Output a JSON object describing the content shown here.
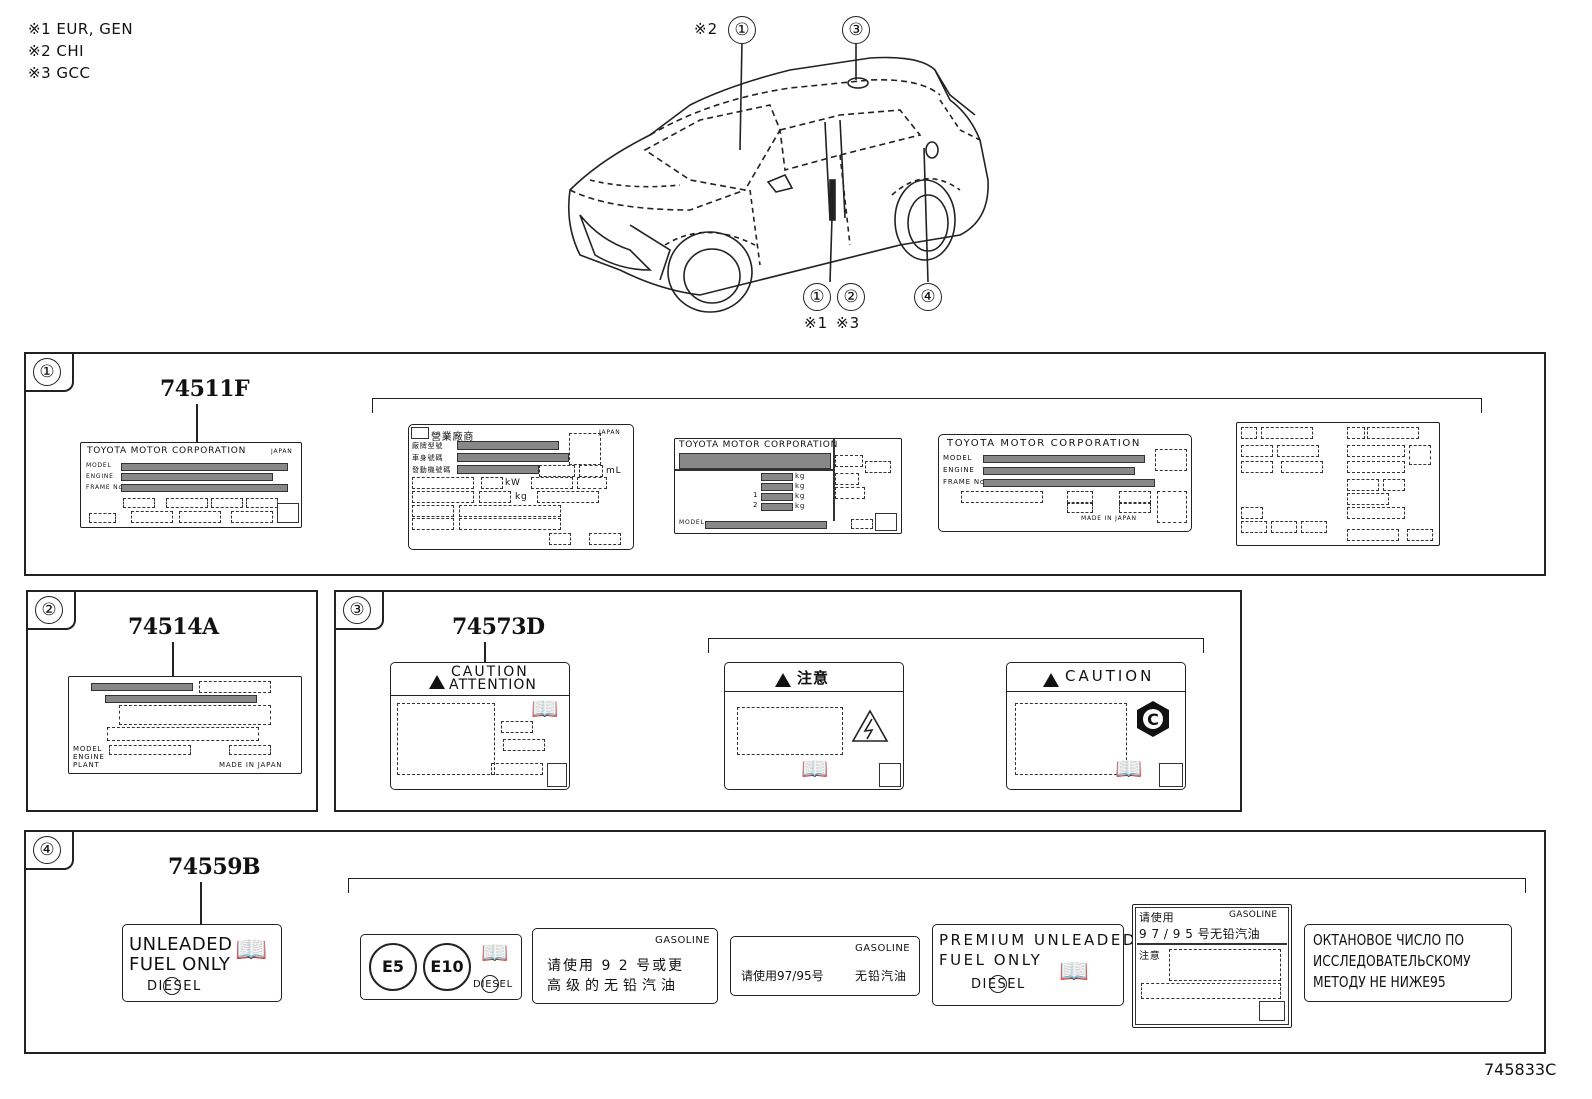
{
  "notes": [
    "※1 EUR, GEN",
    "※2 CHI",
    "※3 GCC"
  ],
  "car": {
    "callout_top_note": "※2",
    "callout_top_1": "①",
    "callout_top_3": "③",
    "callout_bottom_1": "①",
    "callout_bottom_2": "②",
    "callout_bottom_4": "④",
    "note_b1": "※1",
    "note_b3": "※3"
  },
  "panel1": {
    "num": "①",
    "part": "74511F",
    "label_a": {
      "title": "TOYOTA MOTOR CORPORATION",
      "country": "JAPAN",
      "row1": "MODEL",
      "row2": "ENGINE",
      "row3": "FRAME No."
    },
    "label_b": {
      "title": "營業廠商",
      "country": "JAPAN",
      "row1": "廠牌型號",
      "row2": "車身號碼",
      "row3": "發動機號碼",
      "unit_ml": "mL",
      "unit_kw": "kW",
      "unit_kg": "kg"
    },
    "label_c": {
      "title": "TOYOTA MOTOR CORPORATION",
      "unit": "kg",
      "r1": "1",
      "r2": "2",
      "model": "MODEL"
    },
    "label_d": {
      "title": "TOYOTA MOTOR CORPORATION",
      "row1": "MODEL",
      "row2": "ENGINE",
      "row3": "FRAME No.",
      "made": "MADE IN JAPAN"
    }
  },
  "panel2": {
    "num": "②",
    "part": "74514A",
    "label": {
      "row1": "MODEL",
      "row2": "ENGINE",
      "row3": "PLANT",
      "made": "MADE IN JAPAN"
    }
  },
  "panel3": {
    "num": "③",
    "part": "74573D",
    "label_a": {
      "line1": "CAUTION",
      "line2": "ATTENTION"
    },
    "label_b": {
      "title": "注意"
    },
    "label_c": {
      "title": "CAUTION",
      "badge": "C"
    }
  },
  "panel4": {
    "num": "④",
    "part": "74559B",
    "label_a": {
      "line1": "UNLEADED",
      "line2": "FUEL ONLY",
      "diesel": "DIESEL"
    },
    "label_b": {
      "e5": "E5",
      "e10": "E10",
      "diesel": "DIESEL"
    },
    "label_c": {
      "head": "GASOLINE",
      "line1": "请使用 9 2 号或更",
      "line2": "高级的无铅汽油"
    },
    "label_d": {
      "head": "GASOLINE",
      "left": "请使用97/95号",
      "right": "无铅汽油"
    },
    "label_e": {
      "line1": "PREMIUM UNLEADED",
      "line2": "FUEL ONLY",
      "diesel": "DIESEL"
    },
    "label_f": {
      "head_left": "请使用",
      "head_right": "GASOLINE",
      "line": "9 7 / 9 5 号无铅汽油",
      "sub": "注意"
    },
    "label_g": {
      "line1": "ОКТАНОВОЕ ЧИСЛО ПО",
      "line2": "ИССЛЕДОВАТЕЛЬСКОМУ",
      "line3": "МЕТОДУ НЕ НИЖЕ95"
    }
  },
  "figure_id": "745833C"
}
